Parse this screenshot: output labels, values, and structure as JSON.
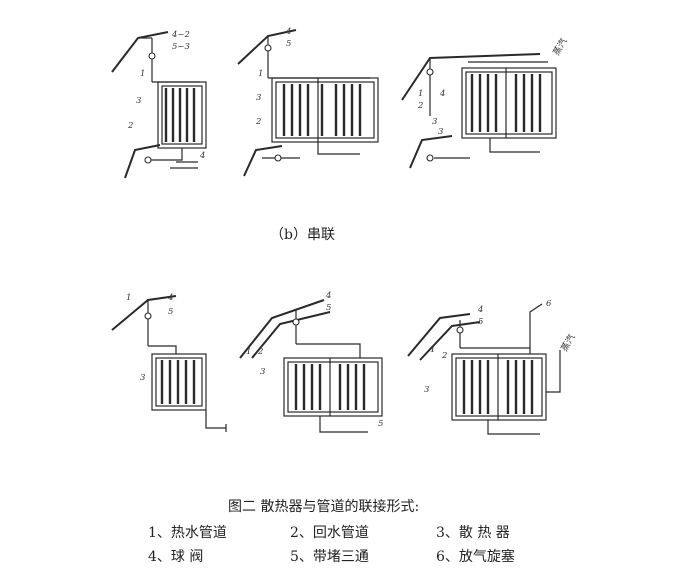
{
  "top_caption": "（b）串联",
  "figure_title": "图二    散热器与管道的联接形式:",
  "legend": [
    {
      "text": "1、热水管道"
    },
    {
      "text": "2、回水管道"
    },
    {
      "text": "3、散 热 器"
    },
    {
      "text": "4、球    阀"
    },
    {
      "text": "5、带堵三通"
    },
    {
      "text": "6、放气旋塞"
    }
  ],
  "diagram_labels": {
    "tr_steam": "蒸汽",
    "br_steam": "蒸汽",
    "d1": {
      "a": "4~2",
      "b": "5~3",
      "c": "1",
      "d": "3",
      "e": "2",
      "f": "4"
    },
    "d2": {
      "a": "4",
      "b": "5",
      "c": "1",
      "d": "3",
      "e": "2"
    },
    "d3": {
      "a": "1",
      "b": "2",
      "c": "4",
      "d": "3",
      "e": "3"
    },
    "d4": {
      "a": "1",
      "b": "4",
      "c": "5",
      "d": "3"
    },
    "d5": {
      "a": "1",
      "b": "2",
      "c": "4",
      "d": "5",
      "e": "3",
      "f": "5"
    },
    "d6": {
      "a": "6",
      "b": "4",
      "c": "5",
      "d": "1",
      "e": "2",
      "f": "3"
    }
  }
}
